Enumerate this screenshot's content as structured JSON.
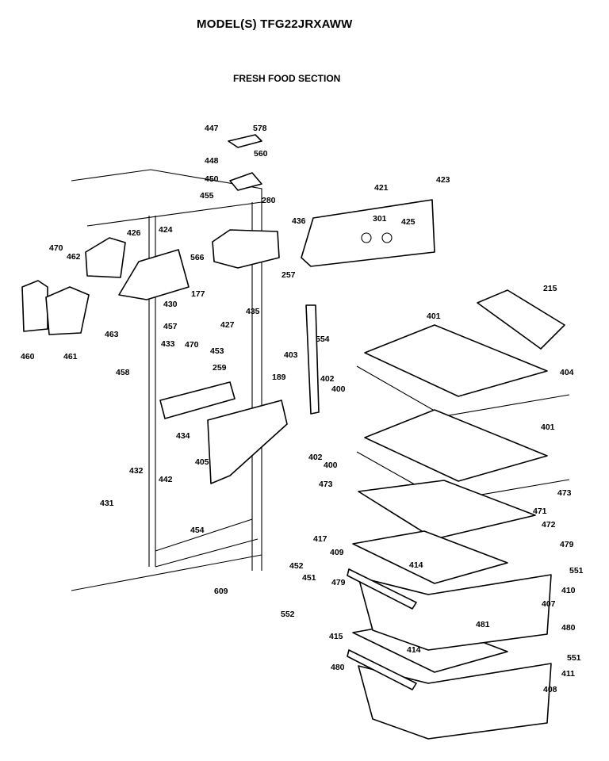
{
  "title": "MODEL(S) TFG22JRXAWW",
  "section": "FRESH FOOD SECTION",
  "callouts": [
    "447",
    "578",
    "560",
    "448",
    "450",
    "280",
    "455",
    "436",
    "421",
    "423",
    "424",
    "426",
    "470",
    "462",
    "566",
    "301",
    "425",
    "257",
    "460",
    "463",
    "430",
    "177",
    "457",
    "427",
    "435",
    "215",
    "461",
    "433",
    "470",
    "453",
    "554",
    "401",
    "403",
    "259",
    "189",
    "402",
    "400",
    "458",
    "404",
    "401",
    "434",
    "402",
    "405",
    "400",
    "473",
    "432",
    "442",
    "473",
    "431",
    "471",
    "472",
    "417",
    "454",
    "479",
    "452",
    "409",
    "414",
    "551",
    "609",
    "451",
    "479",
    "410",
    "552",
    "407",
    "481",
    "415",
    "480",
    "414",
    "551",
    "480",
    "411",
    "408"
  ],
  "parts": {
    "shelves": [
      "401",
      "401"
    ],
    "drawers": [
      "407",
      "408"
    ]
  }
}
